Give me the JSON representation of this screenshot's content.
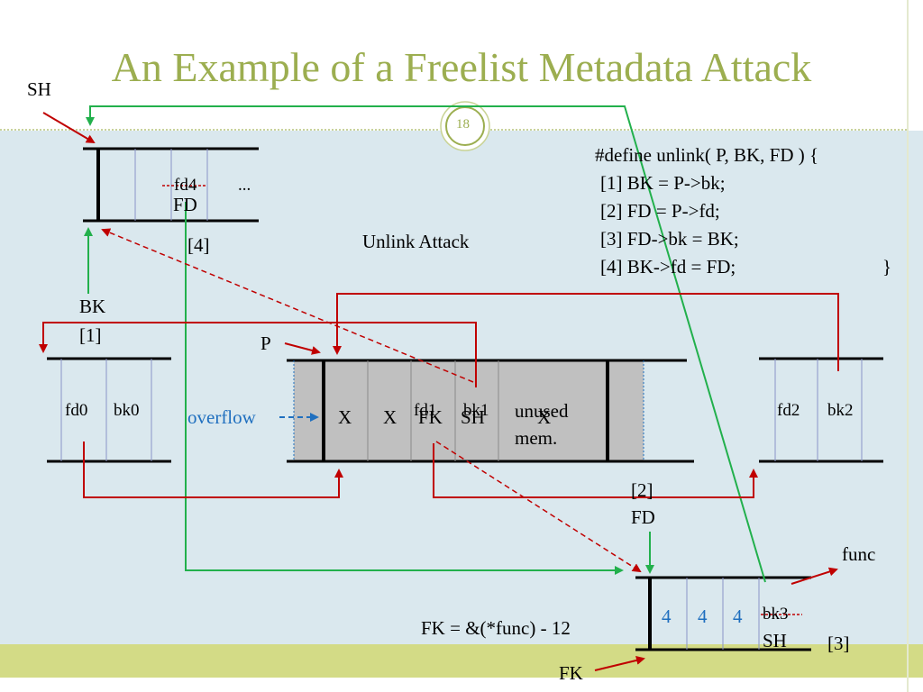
{
  "slide": {
    "title": "An Example of a Freelist Metadata Attack",
    "page_number": "18"
  },
  "labels": {
    "sh_top": "SH",
    "fd4": "fd4",
    "fd_top": "FD",
    "ellipsis": "...",
    "step4": "[4]",
    "unlink_attack": "Unlink Attack",
    "bk": "BK",
    "step1": "[1]",
    "p": "P",
    "overflow": "overflow",
    "fd0": "fd0",
    "bk0": "bk0",
    "x1": "X",
    "x2": "X",
    "fd1": "fd1",
    "fk": "FK",
    "bk1": "bk1",
    "sh_mid": "SH",
    "unused": "unused",
    "x3": "X",
    "mem": "mem.",
    "fd2": "fd2",
    "bk2": "bk2",
    "step2": "[2]",
    "fd_bottom": "FD",
    "func": "func",
    "fk_eq": "FK = &(*func) - 12",
    "four_a": "4",
    "four_b": "4",
    "four_c": "4",
    "bk3": "bk3",
    "sh_bottom": "SH",
    "step3": "[3]",
    "fk_bottom": "FK"
  },
  "code": {
    "line0": "#define unlink( P, BK, FD ) {",
    "line1": "[1] BK = P->bk;",
    "line2": "[2] FD = P->fd;",
    "line3": "[3] FD->bk = BK;",
    "line4": "[4] BK->fd = FD;",
    "close": "}"
  },
  "colors": {
    "title": "#9cae50",
    "content_bg": "#dae8ee",
    "footer": "#d3db86",
    "red_arrow": "#c00000",
    "green_arrow": "#22b04c",
    "blue_text": "#1f6fbf",
    "chunk_gray": "#c0c0c0"
  }
}
